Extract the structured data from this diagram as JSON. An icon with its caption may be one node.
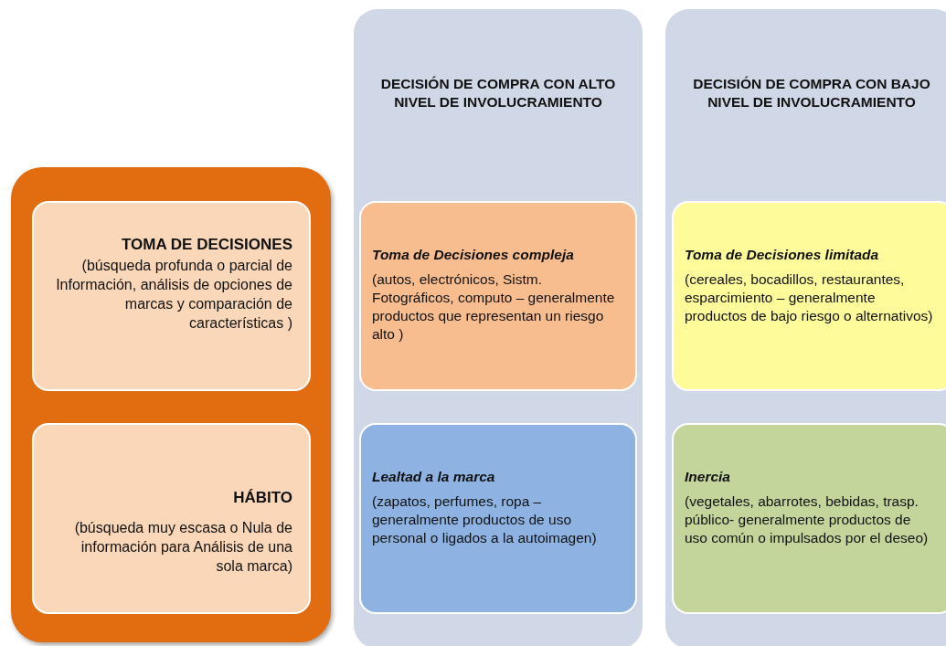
{
  "diagram": {
    "nodes": [
      {
        "text": [],
        "shape": "box"
      },
      {
        "text": [
          "TOMA DE DECISIONES",
          "(búsqueda profunda o parcial de Información, análisis de opciones de marcas y comparación de características )"
        ],
        "in": 0
      },
      {
        "text": [
          "HÁBITO",
          "(búsqueda muy escasa o Nula de información para Análisis de una sola marca)"
        ],
        "in": 0
      },
      {
        "text": [
          "DECISIÓN DE COMPRA CON ALTO NIVEL DE INVOLUCRAMIENTO"
        ]
      },
      {
        "text": [
          "Toma de Decisiones compleja",
          "(autos, electrónicos, Sistm. Fotográficos, computo – generalmente productos que representan un riesgo alto )"
        ],
        "in": 3
      },
      {
        "text": [
          "Lealtad a la marca",
          "(zapatos, perfumes, ropa – generalmente productos de uso personal o ligados a la autoimagen)"
        ],
        "in": 3
      },
      {
        "text": [
          "DECISIÓN DE COMPRA CON BAJO NIVEL DE INVOLUCRAMIENTO"
        ]
      },
      {
        "text": [
          "Toma de Decisiones limitada",
          "(cereales, bocadillos, restaurantes, esparcimiento – generalmente productos  de bajo riesgo o alternativos)"
        ],
        "in": 6
      },
      {
        "text": [
          "Inercia",
          "(vegetales, abarrotes, bebidas, trasp. público- generalmente productos de uso común o impulsados por el deseo)"
        ],
        "in": 6
      }
    ]
  }
}
